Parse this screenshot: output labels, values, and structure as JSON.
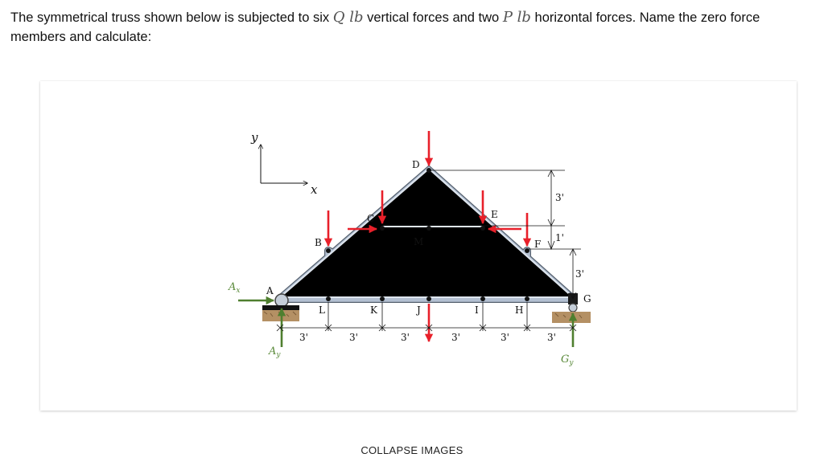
{
  "question": {
    "part1": "The symmetrical truss shown below is subjected to six ",
    "q_symbol": "Q lb",
    "part2": " vertical forces and two ",
    "p_symbol": "P lb",
    "part3": " horizontal forces. Name the zero force members and calculate:"
  },
  "figure": {
    "axis_y": "y",
    "axis_x": "x",
    "joints": {
      "A": "A",
      "B": "B",
      "C": "C",
      "D": "D",
      "E": "E",
      "F": "F",
      "G": "G",
      "H": "H",
      "I": "I",
      "J": "J",
      "K": "K",
      "L": "L",
      "M": "M"
    },
    "dims": {
      "span1": "3'",
      "span2": "3'",
      "span3": "3'",
      "span4": "3'",
      "span5": "3'",
      "span6": "3'",
      "h_top": "3'",
      "h_mid": "1'",
      "h_low": "3'"
    },
    "reactions": {
      "ax": "A",
      "ax_sub": "x",
      "ay": "A",
      "ay_sub": "y",
      "gy": "G",
      "gy_sub": "y"
    },
    "colors": {
      "load": "#e8202a",
      "reaction": "#4f7f2f",
      "member": "#a9b6c8",
      "member_edge": "#55606e"
    }
  },
  "footer": {
    "collapse_label": "COLLAPSE IMAGES"
  }
}
